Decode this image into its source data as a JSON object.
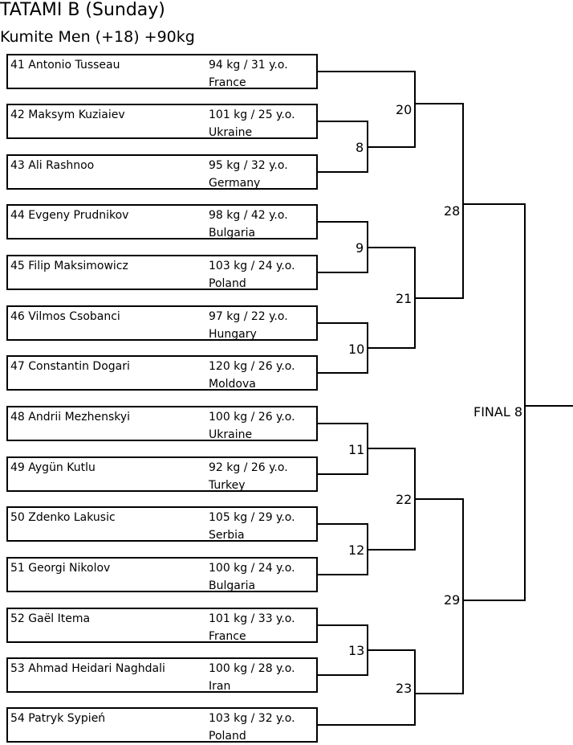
{
  "header": {
    "title": "TATAMI B (Sunday)",
    "subtitle": "Kumite Men (+18) +90kg"
  },
  "competitors": [
    {
      "name": "41 Antonio Tusseau",
      "info": "94 kg / 31 y.o.",
      "country": "France"
    },
    {
      "name": "42 Maksym Kuziaiev",
      "info": "101 kg / 25 y.o.",
      "country": "Ukraine"
    },
    {
      "name": "43 Ali Rashnoo",
      "info": "95 kg / 32 y.o.",
      "country": "Germany"
    },
    {
      "name": "44 Evgeny Prudnikov",
      "info": "98 kg / 42 y.o.",
      "country": "Bulgaria"
    },
    {
      "name": "45 Filip Maksimowicz",
      "info": "103 kg / 24 y.o.",
      "country": "Poland"
    },
    {
      "name": "46 Vilmos Csobanci",
      "info": "97 kg / 22 y.o.",
      "country": "Hungary"
    },
    {
      "name": "47 Constantin Dogari",
      "info": "120 kg / 26 y.o.",
      "country": "Moldova"
    },
    {
      "name": "48 Andrii Mezhenskyi",
      "info": "100 kg / 26 y.o.",
      "country": "Ukraine"
    },
    {
      "name": "49 Aygün Kutlu",
      "info": "92 kg / 26 y.o.",
      "country": "Turkey"
    },
    {
      "name": "50 Zdenko Lakusic",
      "info": "105 kg / 29 y.o.",
      "country": "Serbia"
    },
    {
      "name": "51 Georgi Nikolov",
      "info": "100 kg / 24 y.o.",
      "country": "Bulgaria"
    },
    {
      "name": "52 Gaël Itema",
      "info": "101 kg / 33 y.o.",
      "country": "France"
    },
    {
      "name": "53 Ahmad Heidari Naghdali",
      "info": "100 kg / 28 y.o.",
      "country": "Iran"
    },
    {
      "name": "54 Patryk Sypień",
      "info": "103 kg / 32 y.o.",
      "country": "Poland"
    }
  ],
  "matches": {
    "m8": "8",
    "m9": "9",
    "m10": "10",
    "m11": "11",
    "m12": "12",
    "m13": "13",
    "m20": "20",
    "m21": "21",
    "m22": "22",
    "m23": "23",
    "m28": "28",
    "m29": "29",
    "final": "FINAL 8"
  }
}
